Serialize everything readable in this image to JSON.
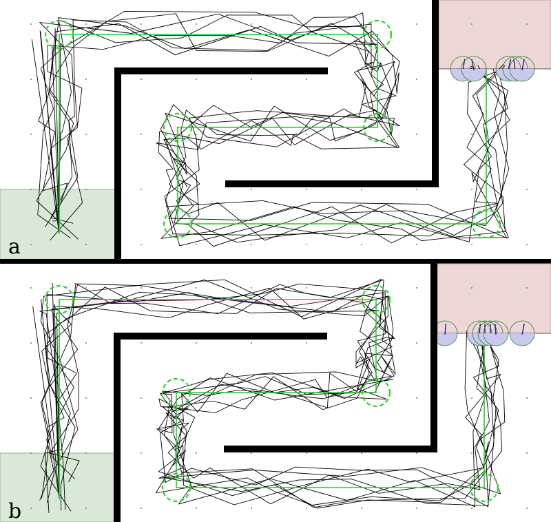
{
  "panels": [
    {
      "id": "a",
      "label": "a"
    },
    {
      "id": "b",
      "label": "b"
    }
  ],
  "colors": {
    "background": "#ffffff",
    "start_region": "#d9e8d7",
    "goal_region": "#ecd6d6",
    "wall": "#000000",
    "trajectory": "#000000",
    "reference_path": "#22cc22",
    "waypoint_circle": "#33cc33",
    "goal_marker": "#1a1aa8",
    "goal_fill": "#c9c9ee",
    "grid_dot": "#777777"
  },
  "waypoints_per_panel": 6,
  "trajectory_count_estimate": 8
}
